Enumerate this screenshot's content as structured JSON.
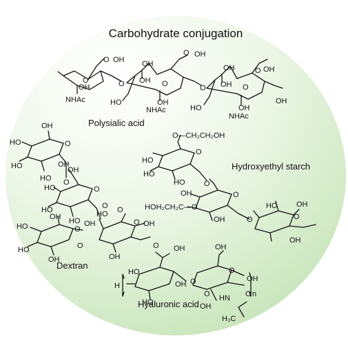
{
  "title": "Carbohydrate conjugation",
  "background": {
    "center": "#ffffff",
    "edge": "#c9e6bd"
  },
  "compounds": {
    "polysialic": {
      "name": "Polysialic acid",
      "cooh": "C=O OH",
      "oh": "OH",
      "nhac": "NHAc",
      "o": "O"
    },
    "dextran": {
      "name": "Dextran",
      "oh": "OH",
      "o": "O"
    },
    "hes": {
      "name": "Hydroxyethyl starch",
      "o": "O",
      "oh": "OH",
      "side1": "O—CH₂CH₂OH",
      "side2": "HOH₂CH₂C—O"
    },
    "hyaluronic": {
      "name": "Hyaluronic acid",
      "h": "H",
      "n": "n",
      "oh": "OH",
      "o": "O",
      "hn": "HN",
      "ch3": "H₃C"
    }
  }
}
